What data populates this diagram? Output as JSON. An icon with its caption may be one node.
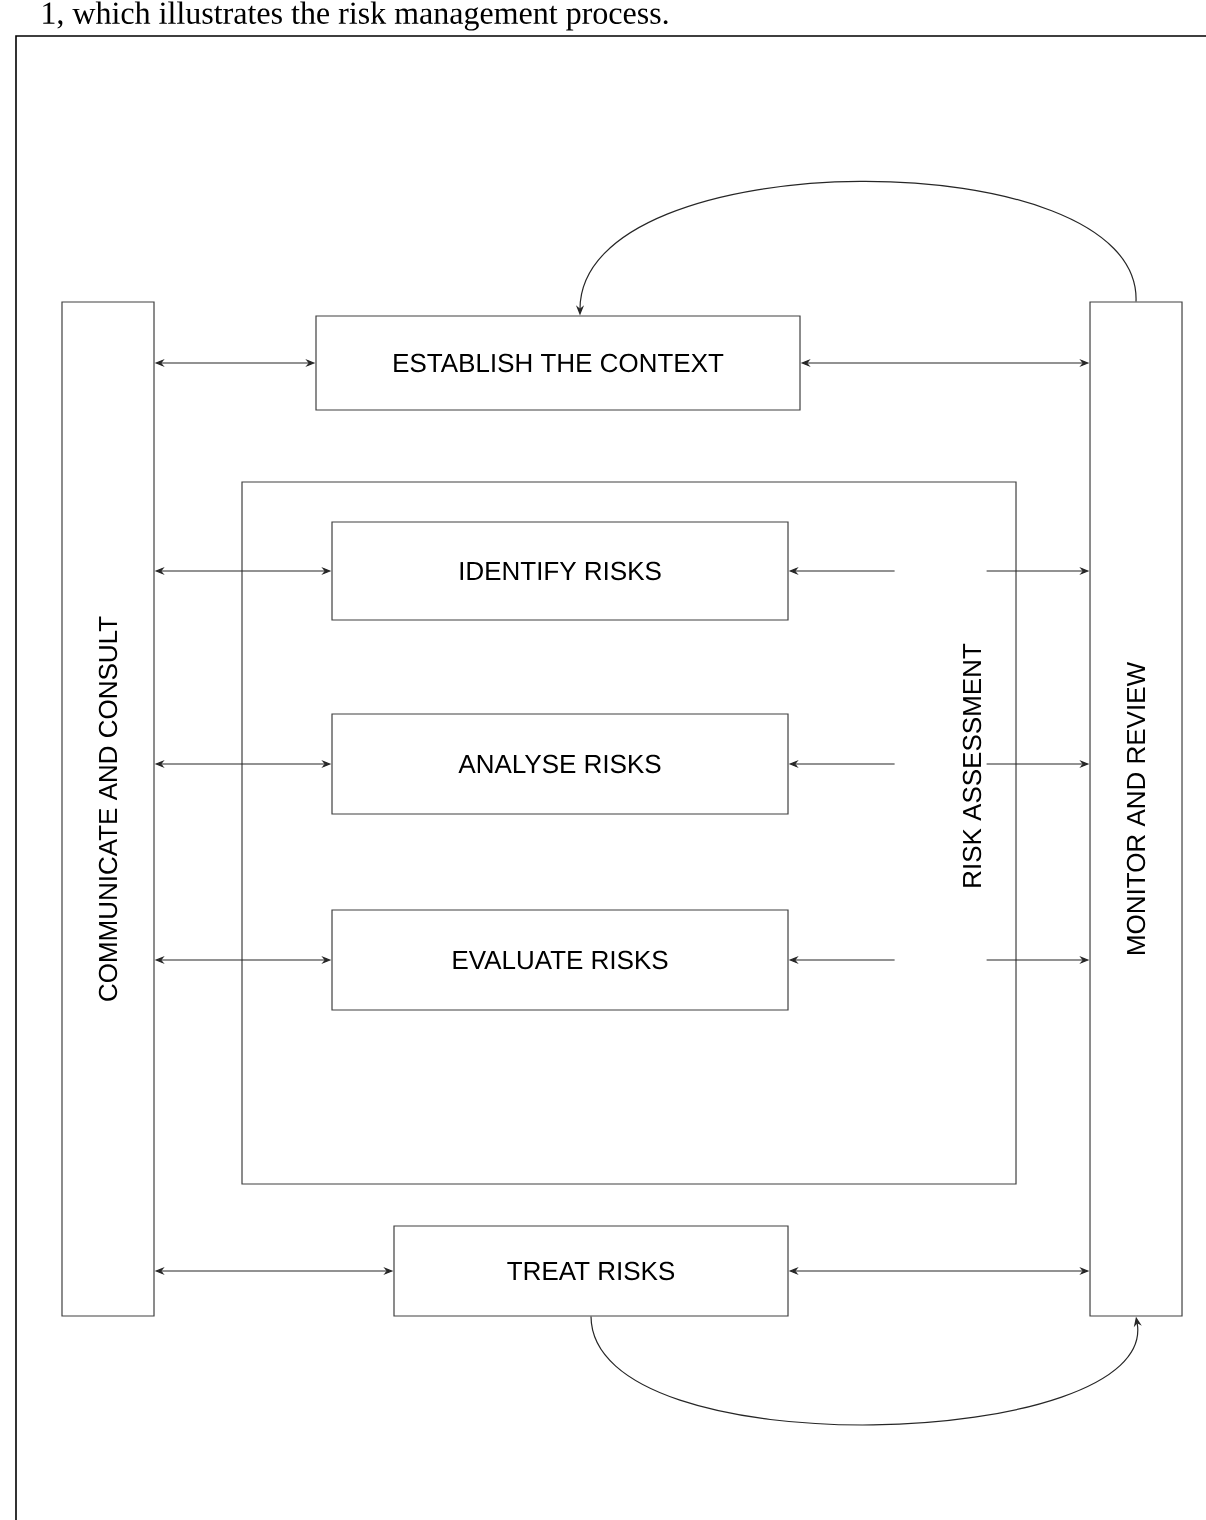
{
  "diagram": {
    "nodes": [
      {
        "text": [
          "COMMUNICATE AND CONSULT"
        ]
      },
      {
        "text": [
          "ESTABLISH THE CONTEXT"
        ]
      },
      {
        "text": [
          "RISK ASSESSMENT"
        ]
      },
      {
        "text": [
          "IDENTIFY RISKS"
        ],
        "in": 2
      },
      {
        "text": [
          "ANALYSE RISKS"
        ],
        "in": 2
      },
      {
        "text": [
          "EVALUATE RISKS"
        ],
        "in": 2
      },
      {
        "text": [
          "TREAT RISKS"
        ]
      },
      {
        "text": [
          "MONITOR AND REVIEW"
        ]
      }
    ],
    "edges": [
      {
        "from": 0,
        "to": 1,
        "arrow": "both"
      },
      {
        "from": 1,
        "to": 7,
        "arrow": "both"
      },
      {
        "from": 7,
        "to": 1,
        "arrow": "to"
      },
      {
        "from": 0,
        "to": 3,
        "arrow": "both"
      },
      {
        "from": null,
        "to": 3,
        "arrow": "to"
      },
      {
        "from": null,
        "to": 7,
        "arrow": "to"
      },
      {
        "from": 0,
        "to": 4,
        "arrow": "both"
      },
      {
        "from": null,
        "to": 4,
        "arrow": "to"
      },
      {
        "from": null,
        "to": 7,
        "arrow": "to"
      },
      {
        "from": 0,
        "to": 5,
        "arrow": "both"
      },
      {
        "from": null,
        "to": 5,
        "arrow": "to"
      },
      {
        "from": null,
        "to": 7,
        "arrow": "to"
      },
      {
        "from": 0,
        "to": 6,
        "arrow": "both"
      },
      {
        "from": 6,
        "to": 7,
        "arrow": "both"
      },
      {
        "from": 6,
        "to": 7,
        "arrow": "to"
      }
    ],
    "labels": [
      "1, which illustrates the risk management process."
    ]
  }
}
